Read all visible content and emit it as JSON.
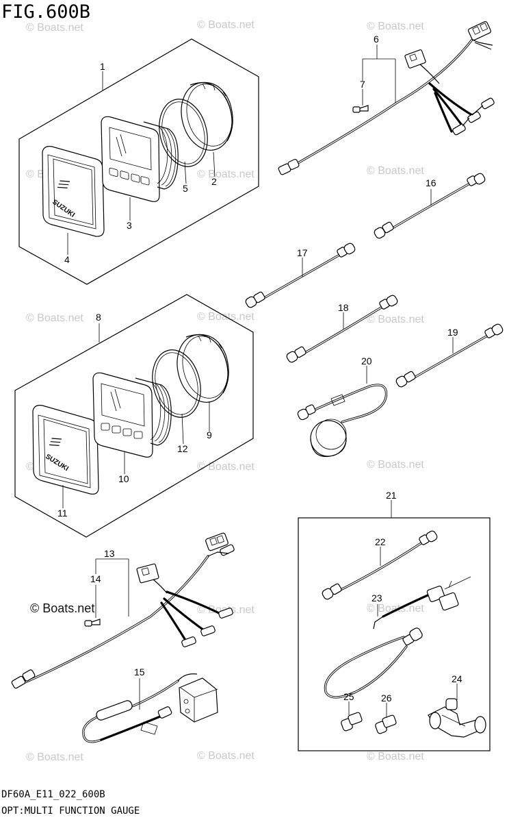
{
  "figure": {
    "title": "FIG.600B",
    "footer_code": "DF60A_E11_022_600B",
    "caption": "OPT:MULTI FUNCTION GAUGE"
  },
  "watermark": {
    "text": "© Boats.net"
  },
  "brand": {
    "logo_text": "SUZUKI"
  },
  "callouts": [
    "1",
    "2",
    "3",
    "4",
    "5",
    "6",
    "7",
    "8",
    "9",
    "10",
    "11",
    "12",
    "13",
    "14",
    "15",
    "16",
    "17",
    "18",
    "19",
    "20",
    "21",
    "22",
    "23",
    "24",
    "25",
    "26"
  ],
  "colors": {
    "ink": "#000000",
    "watermark": "#c8c8c8",
    "background": "#ffffff"
  }
}
